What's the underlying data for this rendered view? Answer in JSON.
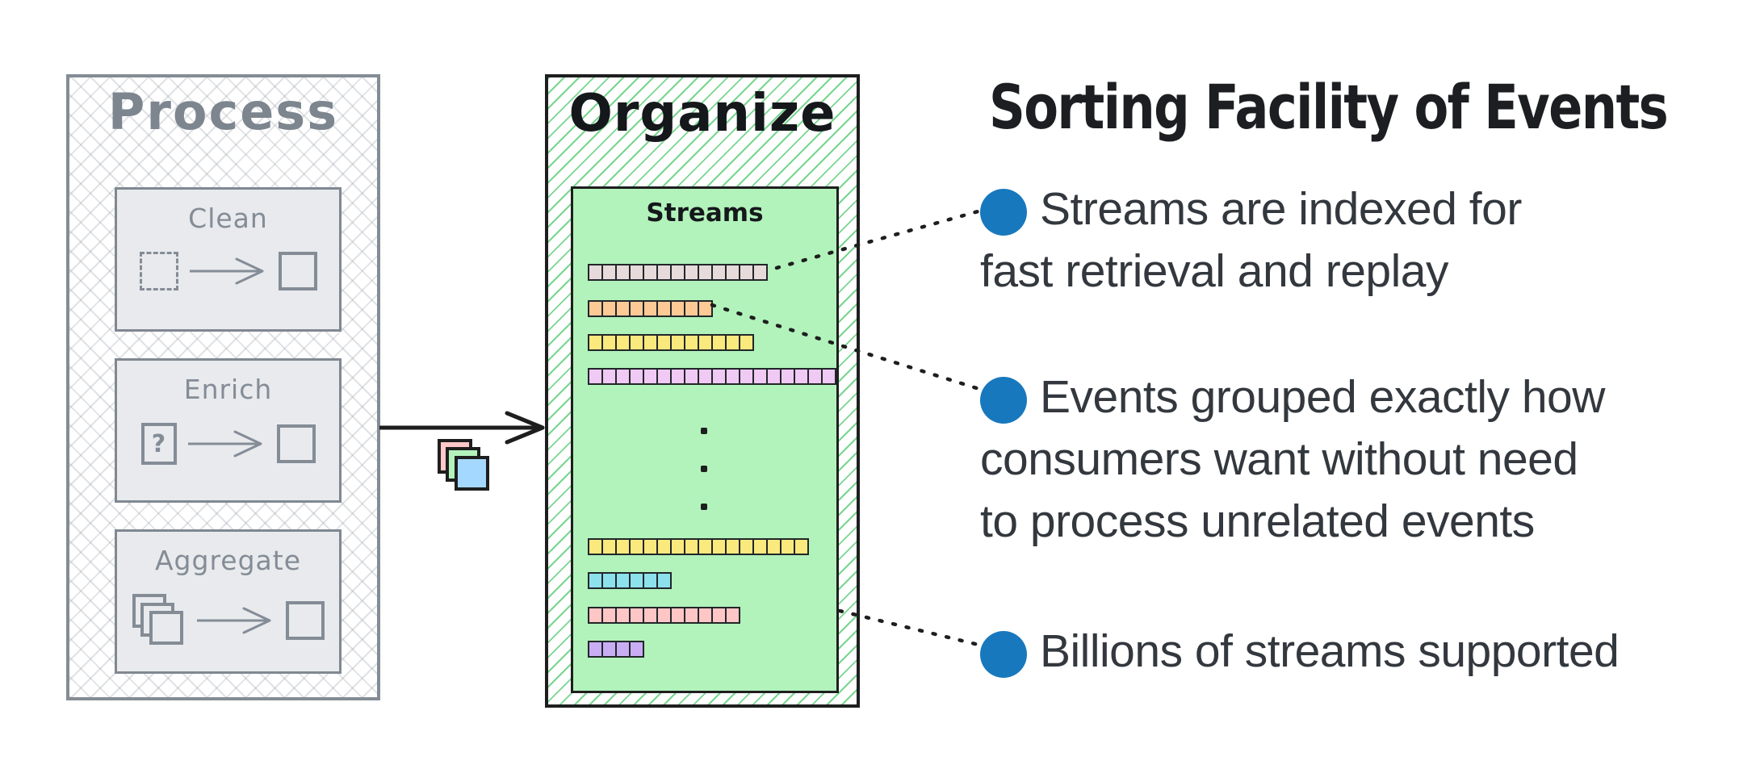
{
  "process": {
    "title": "Process",
    "steps": [
      {
        "label": "Clean",
        "icon": "dashed-square-to-square"
      },
      {
        "label": "Enrich",
        "icon": "question-square-to-square",
        "icon_glyph": "?"
      },
      {
        "label": "Aggregate",
        "icon": "stacked-squares-to-square"
      }
    ]
  },
  "flow": {
    "arrow_color": "#1e1e1e",
    "stacked_squares_colors": [
      "#ffc9c9",
      "#b2f2bb",
      "#a5d8ff"
    ]
  },
  "organize": {
    "title": "Organize",
    "streams_label": "Streams",
    "panel_fill": "#b2f2bb",
    "hatch_color": "#4bc869",
    "rows_top": [
      {
        "color": "#e7dada",
        "cells": 13
      },
      {
        "color": "#fdca96",
        "cells": 9
      },
      {
        "color": "#fae97d",
        "cells": 12
      },
      {
        "color": "#f0c9f4",
        "cells": 18
      }
    ],
    "ellipsis_dots": 3,
    "rows_bottom": [
      {
        "color": "#fae97d",
        "cells": 16
      },
      {
        "color": "#8ce1ec",
        "cells": 6
      },
      {
        "color": "#ffc6c6",
        "cells": 11
      },
      {
        "color": "#c9adf4",
        "cells": 4
      }
    ]
  },
  "right": {
    "title": "Sorting Facility of Events",
    "bullet_color": "#1878bd",
    "bullets": [
      {
        "lines": [
          "Streams are indexed for",
          "fast retrieval and replay"
        ]
      },
      {
        "lines": [
          "Events grouped exactly how",
          "consumers want without need",
          "to process unrelated events"
        ]
      },
      {
        "lines": [
          "Billions of streams supported"
        ]
      }
    ]
  }
}
